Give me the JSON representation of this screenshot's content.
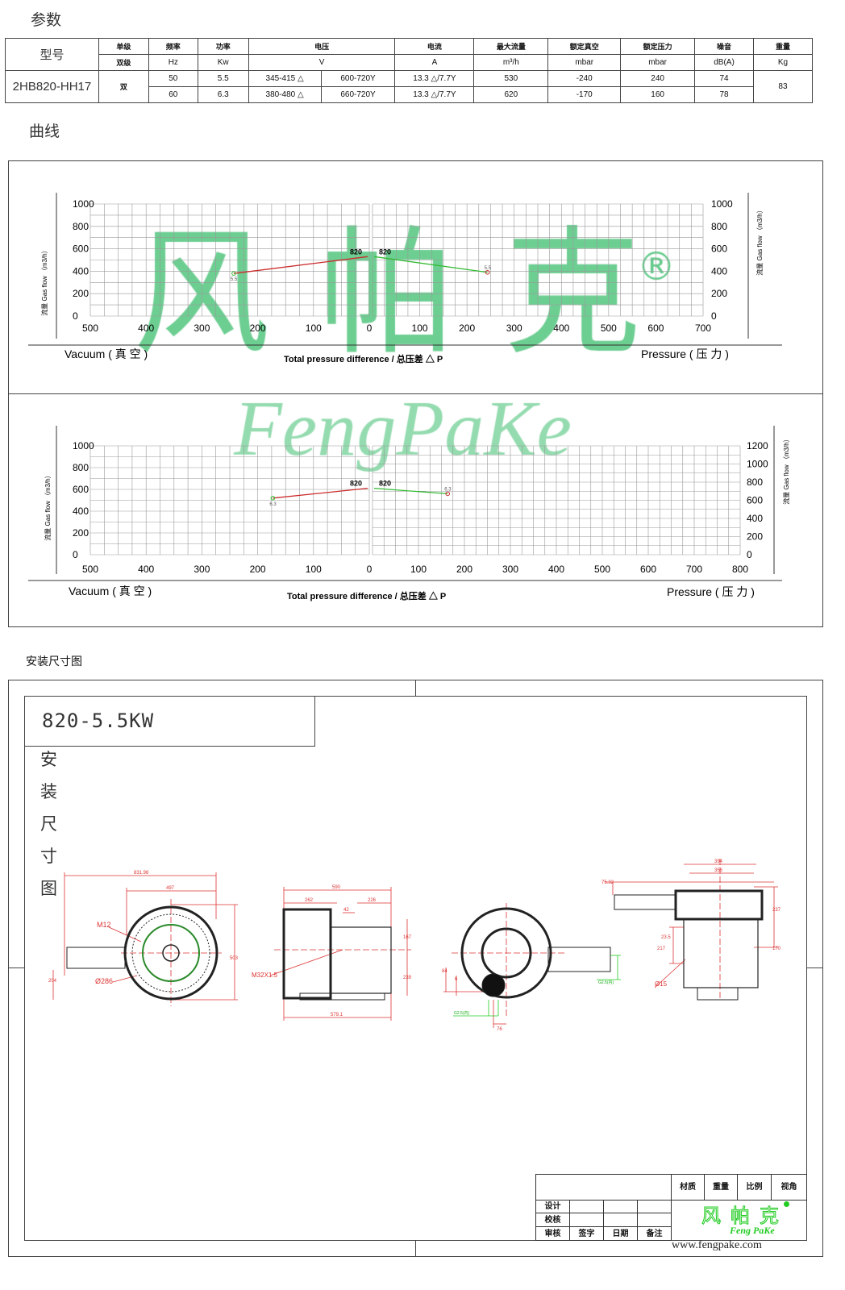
{
  "sections": {
    "params": "参数",
    "curves": "曲线",
    "install": "安装尺寸图"
  },
  "spec_table": {
    "headers": [
      "型号",
      "单级",
      "频率",
      "功率",
      "电压",
      "电流",
      "最大流量",
      "额定真空",
      "额定压力",
      "噪音",
      "重量"
    ],
    "units": [
      "双级",
      "Hz",
      "Kw",
      "V",
      "A",
      "m³/h",
      "mbar",
      "mbar",
      "dB(A)",
      "Kg"
    ],
    "model": "2HB820-HH17",
    "stage": "双",
    "weight": "83",
    "rows": [
      {
        "hz": "50",
        "kw": "5.5",
        "v_delta": "345-415 △",
        "v_y": "600-720Y",
        "amp": "13.3 △/7.7Y",
        "flow": "530",
        "vac": "-240",
        "press": "240",
        "noise": "74"
      },
      {
        "hz": "60",
        "kw": "6.3",
        "v_delta": "380-480 △",
        "v_y": "660-720Y",
        "amp": "13.3 △/7.7Y",
        "flow": "620",
        "vac": "-170",
        "press": "160",
        "noise": "78"
      }
    ]
  },
  "watermark": {
    "cn": "风帕克",
    "en": "FengPaKe",
    "reg": "®"
  },
  "chart_data": [
    {
      "type": "line",
      "title": "50Hz",
      "xlabel": "Total pressure difference / 总压差 △ P",
      "vacuum_label": "Vacuum ( 真 空 )",
      "pressure_label": "Pressure ( 压 力 )",
      "ylabel": "流量 Gas flow （m3/h）",
      "vacuum_x": [
        500,
        400,
        300,
        200,
        100,
        0
      ],
      "pressure_x": [
        0,
        100,
        200,
        300,
        400,
        500,
        600,
        700
      ],
      "left_y": [
        0,
        200,
        400,
        600,
        800,
        1000
      ],
      "right_y": [
        0,
        200,
        400,
        600,
        800,
        1000
      ],
      "vac_range": [
        500,
        0
      ],
      "press_range": [
        0,
        700
      ],
      "left_ylim": [
        0,
        1000
      ],
      "right_ylim": [
        0,
        1000
      ],
      "series": [
        {
          "name": "vacuum",
          "color": "#cc2a2a",
          "points": [
            [
              240,
              380
            ],
            [
              0,
              530
            ]
          ],
          "labels": [
            "5.5",
            "820"
          ]
        },
        {
          "name": "pressure",
          "color": "#33bb33",
          "points": [
            [
              0,
              530
            ],
            [
              240,
              390
            ]
          ],
          "labels": [
            "820",
            "5.5"
          ]
        }
      ]
    },
    {
      "type": "line",
      "title": "60Hz",
      "xlabel": "Total pressure difference / 总压差 △ P",
      "vacuum_label": "Vacuum ( 真 空 )",
      "pressure_label": "Pressure ( 压 力 )",
      "ylabel": "流量 Gas flow （m3/h）",
      "vacuum_x": [
        500,
        400,
        300,
        200,
        100,
        0
      ],
      "pressure_x": [
        0,
        100,
        200,
        300,
        400,
        500,
        600,
        700,
        800
      ],
      "left_y": [
        0,
        200,
        400,
        600,
        800,
        1000
      ],
      "right_y": [
        0,
        200,
        400,
        600,
        800,
        1000,
        1200
      ],
      "vac_range": [
        500,
        0
      ],
      "press_range": [
        0,
        800
      ],
      "left_ylim": [
        0,
        1000
      ],
      "right_ylim": [
        0,
        1200
      ],
      "series": [
        {
          "name": "vacuum",
          "color": "#cc2a2a",
          "points": [
            [
              170,
              520
            ],
            [
              0,
              610
            ]
          ],
          "labels": [
            "6.3",
            "820"
          ]
        },
        {
          "name": "pressure",
          "color": "#33bb33",
          "points": [
            [
              0,
              610
            ],
            [
              160,
              560
            ]
          ],
          "labels": [
            "820",
            "6.3"
          ]
        }
      ]
    }
  ],
  "drawing": {
    "title": "820-5.5KW",
    "vertical": [
      "安",
      "装",
      "尺",
      "寸",
      "图"
    ],
    "dims": {
      "d831": "831.98",
      "d497": "497",
      "d503": "503",
      "d204": "204",
      "m12": "M12",
      "phi286": "Ø286",
      "d590": "590",
      "d262": "262",
      "d226": "226",
      "d42": "42",
      "d167": "167",
      "d239": "239",
      "m32": "M32X1.5",
      "d579": "579.1",
      "d84": "84",
      "d6": "6",
      "g1": "G2.5(内)",
      "d76": "76",
      "g2": "G2.5(内)",
      "d394": "394",
      "d356": "356",
      "d7532": "75.32",
      "d235": "23.5",
      "d217": "217",
      "phi15": "Ø15",
      "d237": "237",
      "d170": "170"
    }
  },
  "title_block": {
    "material": "材质",
    "weight": "重量",
    "scale": "比例",
    "view": "视角",
    "design": "设计",
    "check": "校核",
    "review": "审核",
    "sign": "签字",
    "date": "日期",
    "note": "备注",
    "logo_cn": "风帕克",
    "logo_en": "Feng PaKe",
    "url": "www.fengpake.com"
  }
}
